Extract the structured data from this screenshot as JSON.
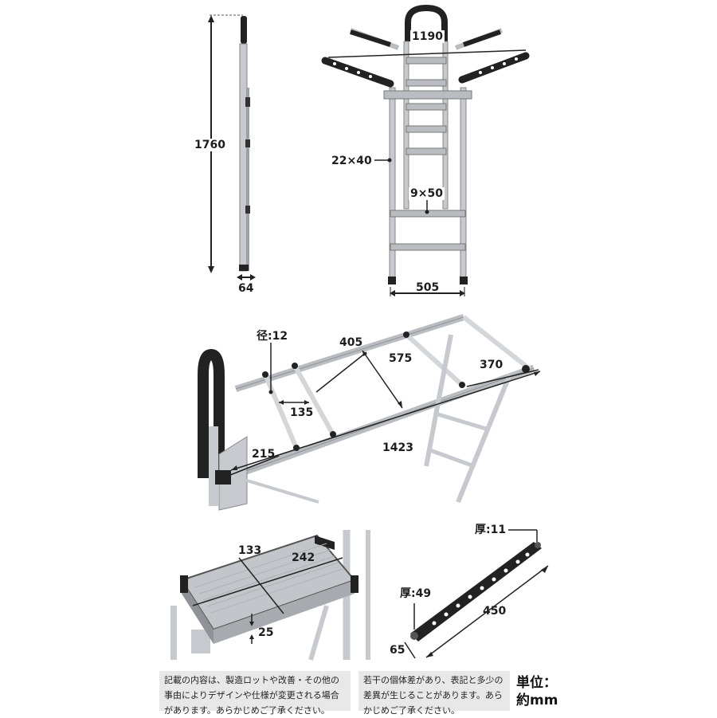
{
  "dimensions": {
    "height": "1760",
    "depth": "64",
    "width_open": "1190",
    "frame_pipe": "22×40",
    "step_pipe": "9×50",
    "base_width": "505",
    "rod_diameter": "径:12",
    "gap_405": "405",
    "gap_575": "575",
    "gap_135": "135",
    "arm_370": "370",
    "rail_1423": "1423",
    "offset_215": "215",
    "step_133": "133",
    "step_242": "242",
    "step_25": "25",
    "arm_thickness_11": "厚:11",
    "arm_thickness_49": "厚:49",
    "arm_length": "450",
    "arm_width": "65"
  },
  "notes": {
    "left": "記載の内容は、製造ロットや改善・その他の事由によりデザインや仕様が変更される場合があります。あらかじめご了承ください。",
    "right": "若干の個体差があり、表記と多少の差異が生じることがあります。あらかじめご了承ください。"
  },
  "unit": {
    "label": "単位：",
    "value": "約mm"
  },
  "colors": {
    "aluminum": "#c9ccd0",
    "dark_plastic": "#2b2b2b",
    "note_bg": "#e8e8e8"
  }
}
